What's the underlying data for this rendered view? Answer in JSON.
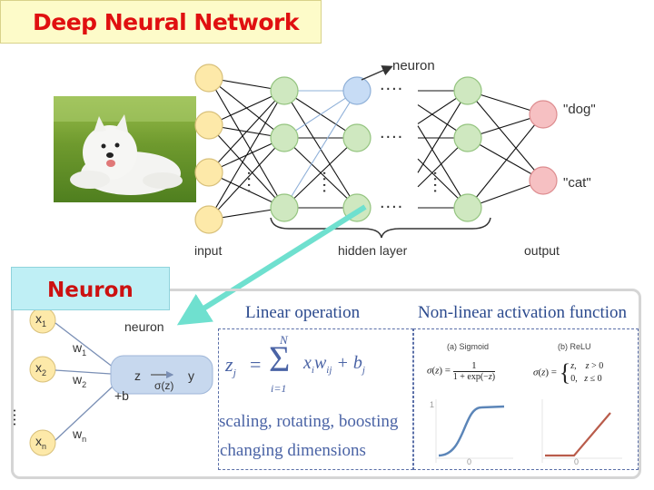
{
  "title": "Deep Neural Network",
  "network": {
    "neuron_label": "neuron",
    "input_label": "input",
    "hidden_label": "hidden layer",
    "output_label": "output",
    "output_dog": "\"dog\"",
    "output_cat": "\"cat\"",
    "dots": "....",
    "vdots": "...."
  },
  "neuron_title": "Neuron",
  "neuron_diagram": {
    "neuron_label": "neuron",
    "x1": "x",
    "x1_sub": "1",
    "x2": "x",
    "x2_sub": "2",
    "xn": "x",
    "xn_sub": "n",
    "w1": "w",
    "w1_sub": "1",
    "w2": "w",
    "w2_sub": "2",
    "wn": "w",
    "wn_sub": "n",
    "b": "+b",
    "z": "z",
    "sigma": "σ(z)",
    "y": "y"
  },
  "linear": {
    "heading": "Linear operation",
    "formula": "z_j = Σ_{i=1}^{N} x_i w_ij + b_j",
    "line1": "scaling, rotating, boosting",
    "line2": "changing dimensions"
  },
  "nonlinear": {
    "heading": "Non-linear activation function",
    "sigmoid_title": "(a) Sigmoid",
    "relu_title": "(b) ReLU",
    "sigmoid_formula": "σ(z) = 1 / (1 + exp(−z))",
    "relu_formula": "σ(z) = { z, z > 0; 0, z ≤ 0 }",
    "tick_one": "1",
    "tick_zero_a": "0",
    "tick_zero_b": "0"
  },
  "colors": {
    "title_red": "#e01010",
    "input_node": "#fde9a9",
    "hidden_node": "#cfe8c0",
    "highlight_node": "#c7dcf5",
    "output_node": "#f6c0c2",
    "arrow": "#6fe0cf",
    "curve_blue": "#5b85b8",
    "curve_red": "#b95c4b"
  }
}
